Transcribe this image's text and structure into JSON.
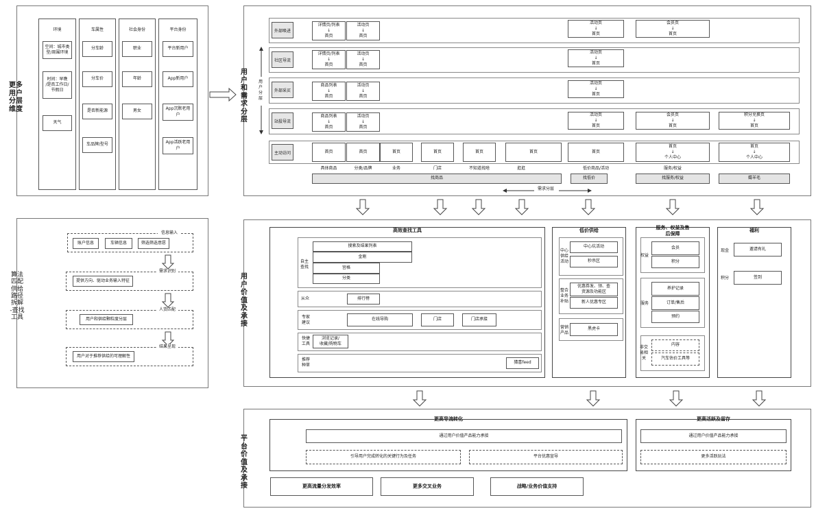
{
  "left_top": {
    "title": "更多\n用户\n分层\n维度",
    "columns": [
      {
        "title": "环境",
        "items": [
          "空间：城市类\n型/周围环境",
          "时间：早晚\n/是否工作日/\n节假日",
          "天气"
        ]
      },
      {
        "title": "车属性",
        "items": [
          "分车龄",
          "分车价",
          "是否新能源",
          "车品牌/型号"
        ]
      },
      {
        "title": "社会身份",
        "items": [
          "职业",
          "年龄",
          "男女"
        ]
      },
      {
        "title": "平台身份",
        "items": [
          "平台新用户",
          "App新用户",
          "App沉默老用\n户",
          "App活跃老用\n户"
        ]
      }
    ]
  },
  "left_bottom": {
    "title": "算法\n匹配\n供给\n路径\n拆解\n-查找\n工具",
    "groups": [
      {
        "label": "信息输入",
        "items": [
          "账户信息",
          "车辆信息",
          "筛选筛选意愿"
        ]
      },
      {
        "label": "需求识别",
        "items": [
          "提供方向、驱动业务输入特征"
        ]
      },
      {
        "label": "人货匹配",
        "items": [
          "用户和供给颗粒度分层"
        ]
      },
      {
        "label": "结果呈现",
        "items": [
          "用户对于推荐供给的可理解性"
        ]
      }
    ]
  },
  "section1": {
    "title": "用\n户\n和\n需\n求\n分\n层",
    "side_label": "用\n户\n分\n层",
    "rows": [
      {
        "tag": "外部唤进",
        "cells": [
          "详情页/列表\n↓\n首页",
          "活动页\n↓\n首页",
          "活动页\n↓\n首页",
          "会员页\n↓\n首页"
        ]
      },
      {
        "tag": "社区导流",
        "cells": [
          "详情页/列表\n↓\n首页",
          "活动页\n↓\n首页",
          "活动页\n↓\n首页"
        ]
      },
      {
        "tag": "外部采买",
        "cells": [
          "商品列表\n↓\n首页",
          "活动页\n↓\n首页",
          "活动页\n↓\n首页"
        ]
      },
      {
        "tag": "站投导流",
        "cells": [
          "商品列表\n↓\n首页",
          "活动页\n↓\n首页",
          "活动页\n↓\n首页",
          "会员页\n↓\n首页",
          "积分兑换页\n↓\n首页"
        ]
      },
      {
        "tag": "主动访问",
        "cells": [
          "首页",
          "首页",
          "首页",
          "首页",
          "首页",
          "首页",
          "首页",
          "首页\n↓\n个人中心",
          "首页\n↓\n个人中心"
        ]
      }
    ],
    "labels": [
      "具体商品",
      "分类/品牌",
      "业务",
      "门店",
      "不知道找啥",
      "逛逛",
      "低价商品/活动",
      "服务/权益"
    ],
    "footer": [
      "找商品",
      "找低价",
      "找服务/权益",
      "薅羊毛"
    ],
    "axis_label": "需求分层"
  },
  "section2": {
    "title": "用\n户\n价\n值\n及\n承\n接",
    "tool": {
      "title": "高效查找工具",
      "self_search": "自主\n查找",
      "self_items": [
        "搜索及结果列表",
        "金刚",
        "宫格",
        "分类"
      ],
      "rows": [
        {
          "label": "从众",
          "items": [
            "排行榜"
          ]
        },
        {
          "label": "专家\n建议",
          "items": [
            "在线导购",
            "门店",
            "门店承接"
          ]
        },
        {
          "label": "快捷\n工具",
          "items": [
            "浏览记录/\n收藏/购物车"
          ]
        },
        {
          "label": "推荐\n种草",
          "items": [
            "猜喜feed"
          ]
        }
      ]
    },
    "lowprice": {
      "title": "低价供给",
      "groups": [
        {
          "label": "中心\n供给\n活动",
          "items": [
            "中心坑活动",
            "秒杀区"
          ]
        },
        {
          "label": "整合\n业务\n补贴",
          "items": [
            "优惠券发、领、查\n资源及功能区",
            "新人优惠专区"
          ]
        },
        {
          "label": "营销\n产品",
          "items": [
            "黑虎卡"
          ]
        }
      ]
    },
    "service": {
      "title": "服务、权益及售\n后保障",
      "groups": [
        {
          "label": "权益",
          "items": [
            "会员",
            "积分"
          ]
        },
        {
          "label": "服务",
          "items": [
            "养护记录",
            "订单/售后",
            "预约"
          ]
        },
        {
          "label": "非交\n易相\n关",
          "items": [
            "内容",
            "汽车估价工具等"
          ]
        }
      ]
    },
    "welfare": {
      "title": "福利",
      "groups": [
        {
          "label": "现金",
          "items": [
            "邀请有礼"
          ]
        },
        {
          "label": "积分",
          "items": [
            "签到"
          ]
        }
      ]
    }
  },
  "section3": {
    "title": "平\n台\n价\n值\n及\n承\n接",
    "left": {
      "title": "更高导流转化",
      "main": "通过用户价值产品能力承接",
      "dashed": [
        "引导用户完成转化的关键行为及任务",
        "平台优惠宣导"
      ]
    },
    "right": {
      "title": "更高活跃及留存",
      "main": "通过用户价值产品能力承接",
      "dashed": [
        "更多活跃玩法"
      ]
    },
    "bottom": [
      "更高流量分发效率",
      "更多交叉业务",
      "战略/业务价值支持"
    ]
  }
}
